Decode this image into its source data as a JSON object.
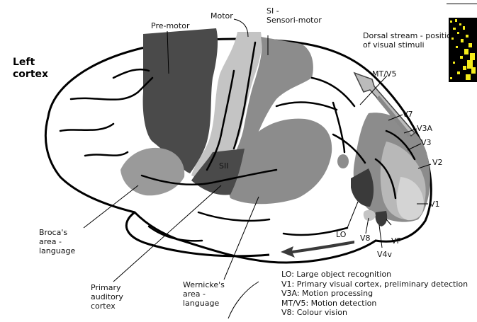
{
  "title": "Left\ncortex",
  "regions": {
    "premotor": "Pre-motor",
    "motor": "Motor",
    "si": "SI -\nSensori-motor",
    "dorsal": "Dorsal stream - position\nof visual stimuli",
    "mtv5": "MT/V5",
    "v7": "V7",
    "v3a": "V3A",
    "v3": "V3",
    "v2": "V2",
    "v1": "V1",
    "sii": "SII",
    "lo": "LO",
    "v8": "V8",
    "vp": "VP",
    "v4v": "V4v",
    "broca": "Broca's\narea -\nlanguage",
    "auditory": "Primary\nauditory\ncortex",
    "wernicke": "Wernicke's\narea -\nlanguage"
  },
  "legend": [
    "LO: Large object recognition",
    "V1: Primary visual cortex, preliminary detection",
    "V3A: Motion processing",
    "MT/V5: Motion detection",
    "V8: Colour vision"
  ],
  "colors": {
    "premotor": "#4a4a4a",
    "motor": "#c4c4c4",
    "sensory": "#8c8c8c",
    "mid": "#9a9a9a",
    "dark": "#3a3a3a",
    "light": "#b8b8b8",
    "thumb": "#f4ec1a"
  }
}
